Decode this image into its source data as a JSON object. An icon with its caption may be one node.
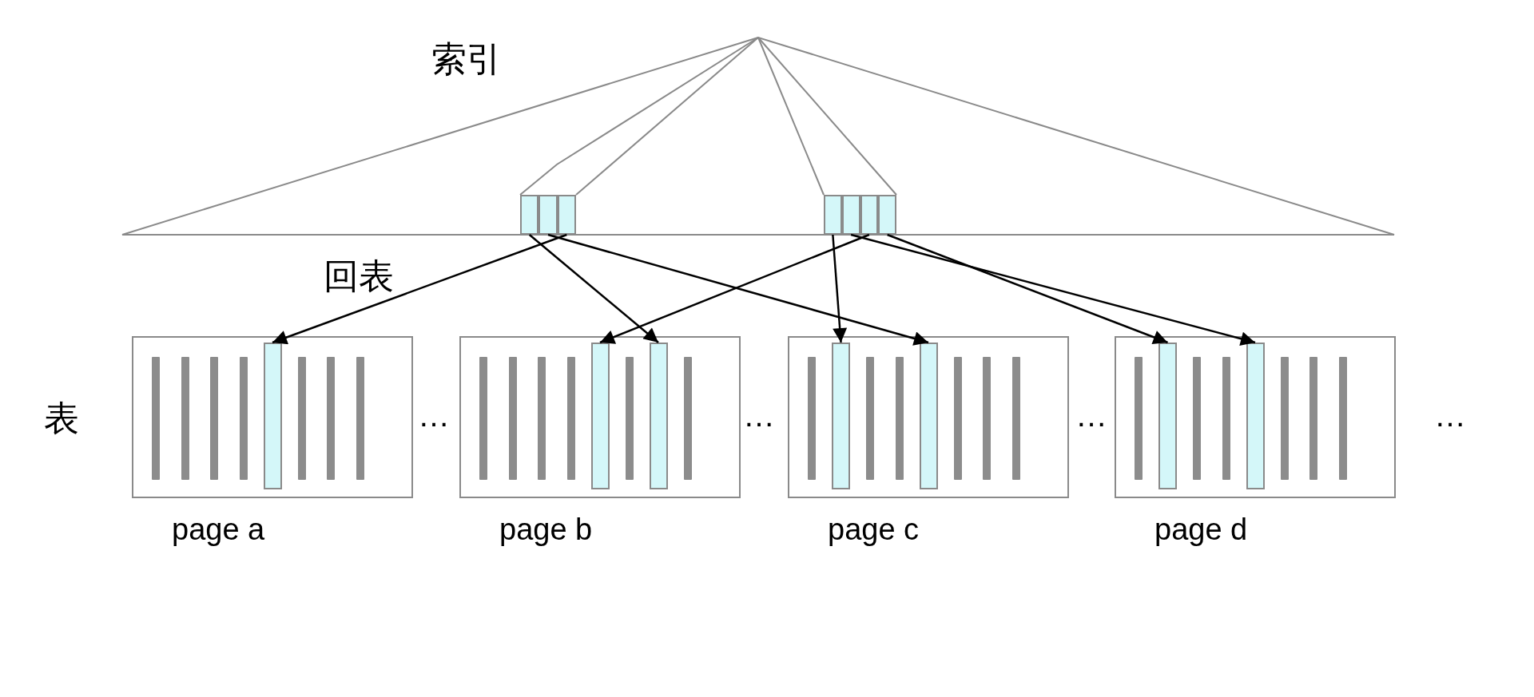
{
  "diagram": {
    "nodes": [
      {
        "text": [],
        "shape": "box"
      },
      {
        "text": [],
        "shape": "box",
        "in": 0
      },
      {
        "text": [],
        "shape": "box",
        "in": 0
      },
      {
        "text": [],
        "shape": "box",
        "in": 0
      },
      {
        "text": [],
        "shape": "box"
      },
      {
        "text": [],
        "shape": "box",
        "in": 4
      },
      {
        "text": [],
        "shape": "box",
        "in": 4
      },
      {
        "text": [],
        "shape": "box",
        "in": 4
      },
      {
        "text": [],
        "shape": "box",
        "in": 4
      },
      {
        "text": [
          "page a"
        ]
      },
      {
        "text": [],
        "shape": "bar",
        "in": 9
      },
      {
        "text": [
          "page b"
        ]
      },
      {
        "text": [],
        "shape": "bar",
        "in": 11
      },
      {
        "text": [],
        "shape": "bar",
        "in": 11
      },
      {
        "text": [
          "page c"
        ]
      },
      {
        "text": [],
        "shape": "bar",
        "in": 14
      },
      {
        "text": [],
        "shape": "bar",
        "in": 14
      },
      {
        "text": [
          "page d"
        ]
      },
      {
        "text": [],
        "shape": "bar",
        "in": 17
      },
      {
        "text": [],
        "shape": "bar",
        "in": 17
      }
    ],
    "edges": [
      {
        "from": 3,
        "to": 10,
        "arrow": "to"
      },
      {
        "from": 1,
        "to": 13,
        "arrow": "to"
      },
      {
        "from": 2,
        "to": 16,
        "arrow": "to"
      },
      {
        "from": 7,
        "to": 12,
        "arrow": "to"
      },
      {
        "from": 5,
        "to": 15,
        "arrow": "to"
      },
      {
        "from": 6,
        "to": 19,
        "arrow": "to"
      },
      {
        "from": 8,
        "to": 18,
        "arrow": "to"
      }
    ],
    "labels": [
      "索引",
      "回表",
      "表",
      "…",
      "…",
      "…",
      "…"
    ]
  }
}
